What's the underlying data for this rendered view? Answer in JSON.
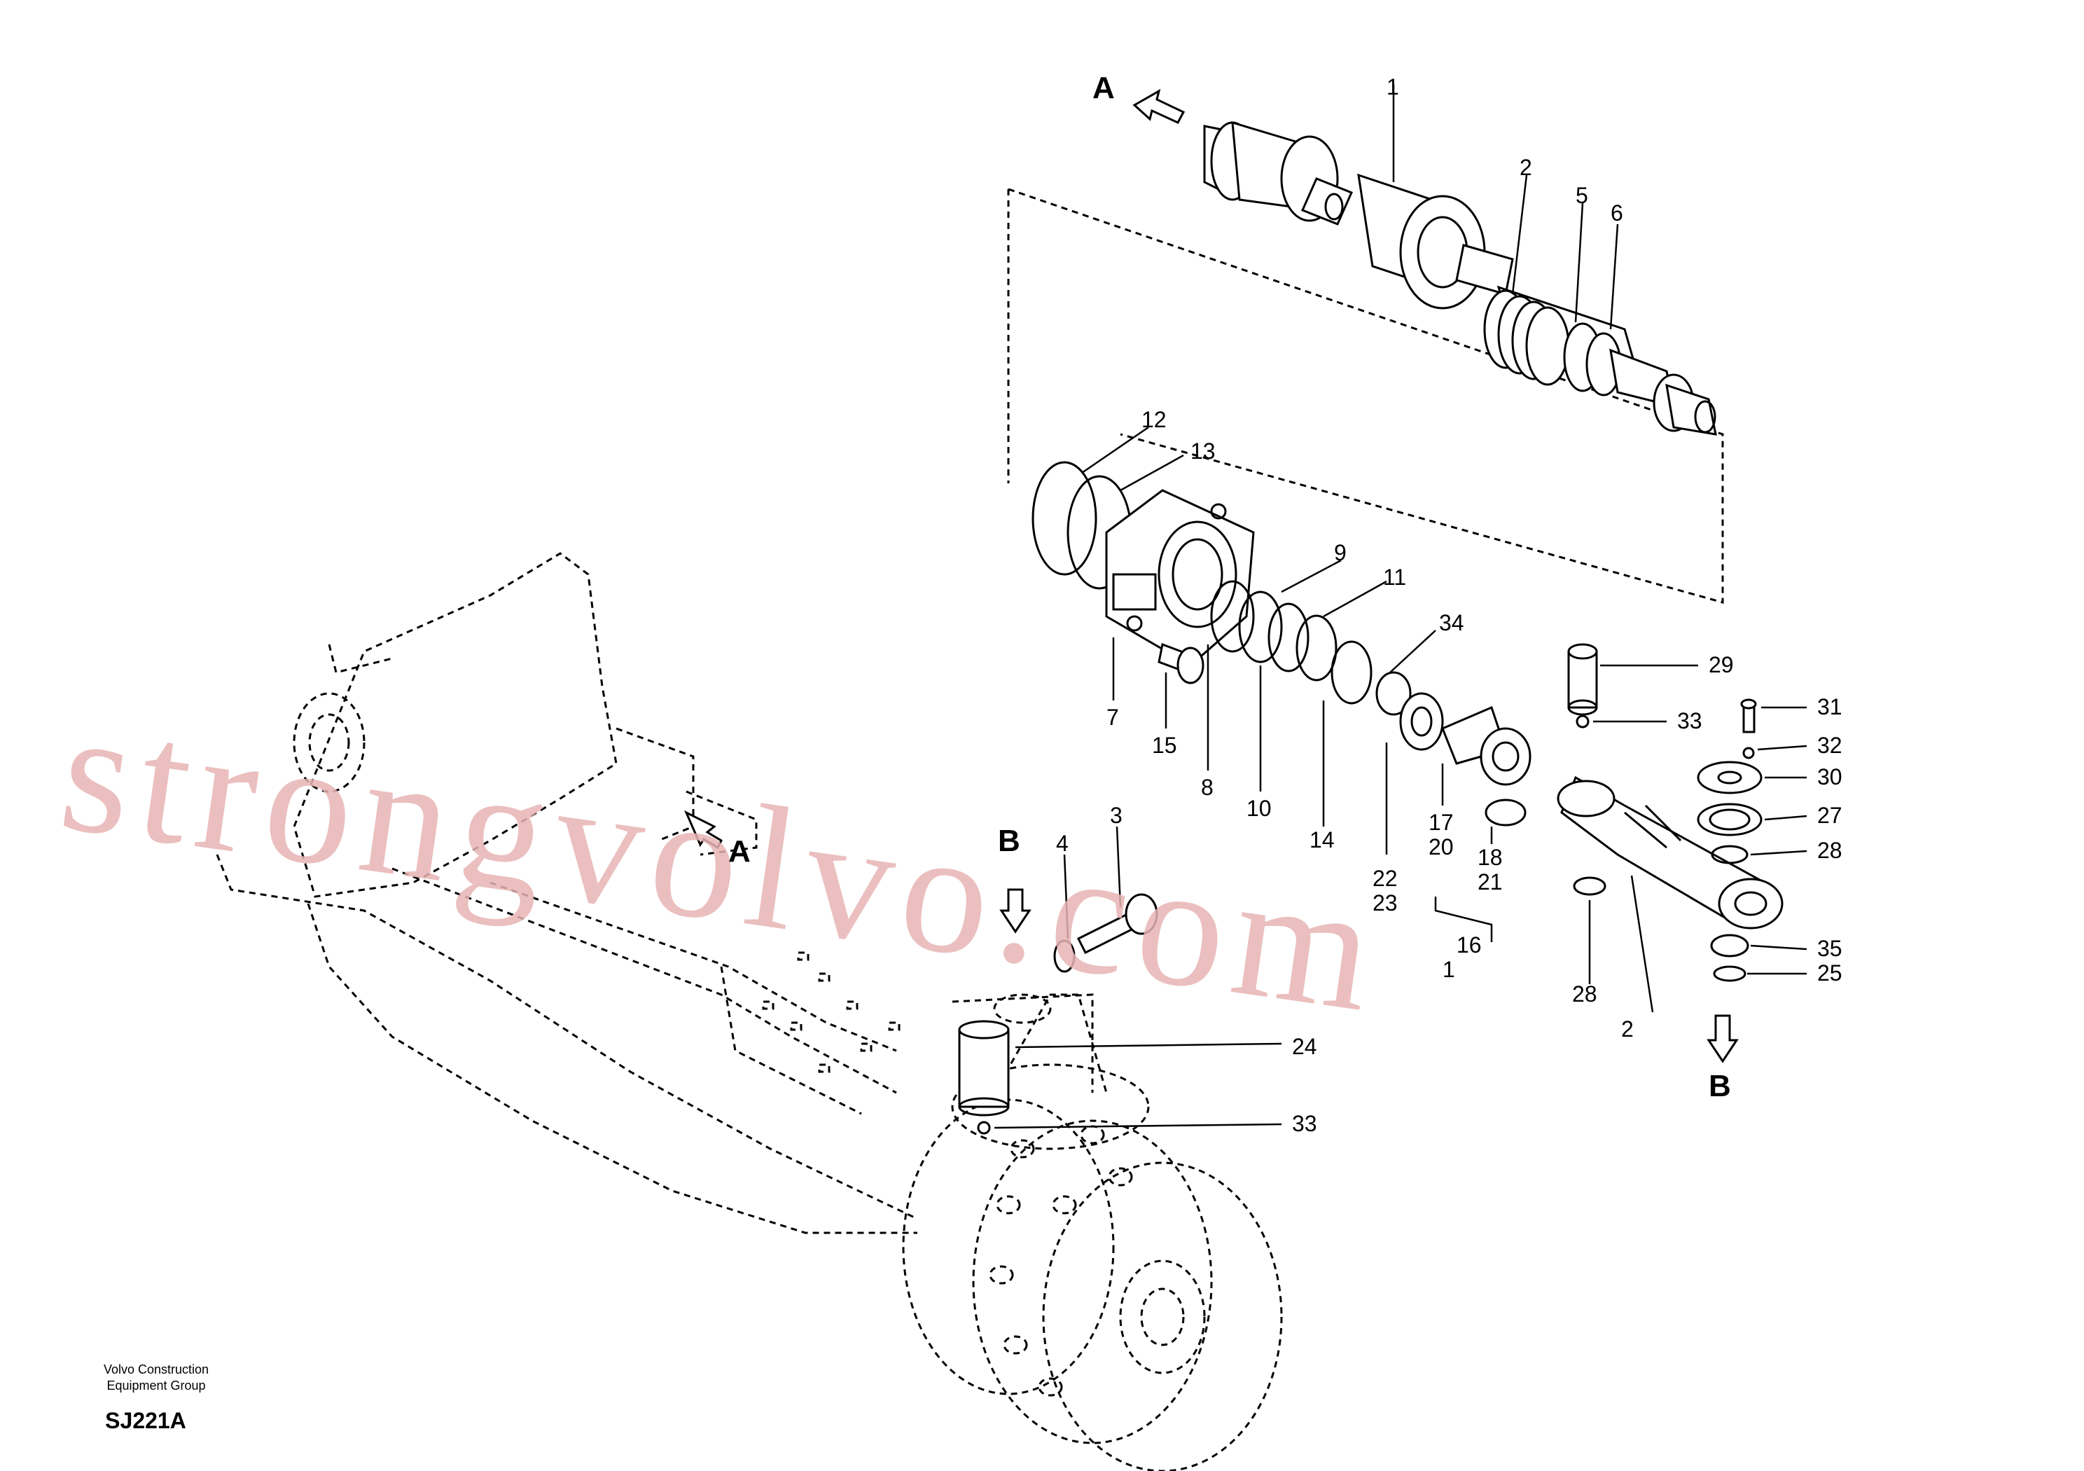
{
  "diagram": {
    "part_labels": {
      "p1": "1",
      "p2a": "2",
      "p5": "5",
      "p6": "6",
      "p12": "12",
      "p13": "13",
      "p9": "9",
      "p11": "11",
      "p34": "34",
      "p7": "7",
      "p15": "15",
      "p8": "8",
      "p10": "10",
      "p14": "14",
      "p22": "22",
      "p23": "23",
      "p17": "17",
      "p20": "20",
      "p18": "18",
      "p21": "21",
      "p16": "16",
      "p1b": "1",
      "p29": "29",
      "p33a": "33",
      "p31": "31",
      "p32": "32",
      "p30": "30",
      "p27": "27",
      "p28a": "28",
      "p35": "35",
      "p25": "25",
      "p28b": "28",
      "p2b": "2",
      "p3": "3",
      "p4": "4",
      "p24": "24",
      "p33b": "33"
    },
    "view_markers": {
      "a_top": "A",
      "a_mid": "A",
      "b_left": "B",
      "b_right": "B"
    }
  },
  "watermark": {
    "text": "strongvolvo.com",
    "color": "#e8b4b4"
  },
  "footer": {
    "company_line1": "Volvo Construction",
    "company_line2": "Equipment Group",
    "drawing_code": "SJ221A"
  }
}
